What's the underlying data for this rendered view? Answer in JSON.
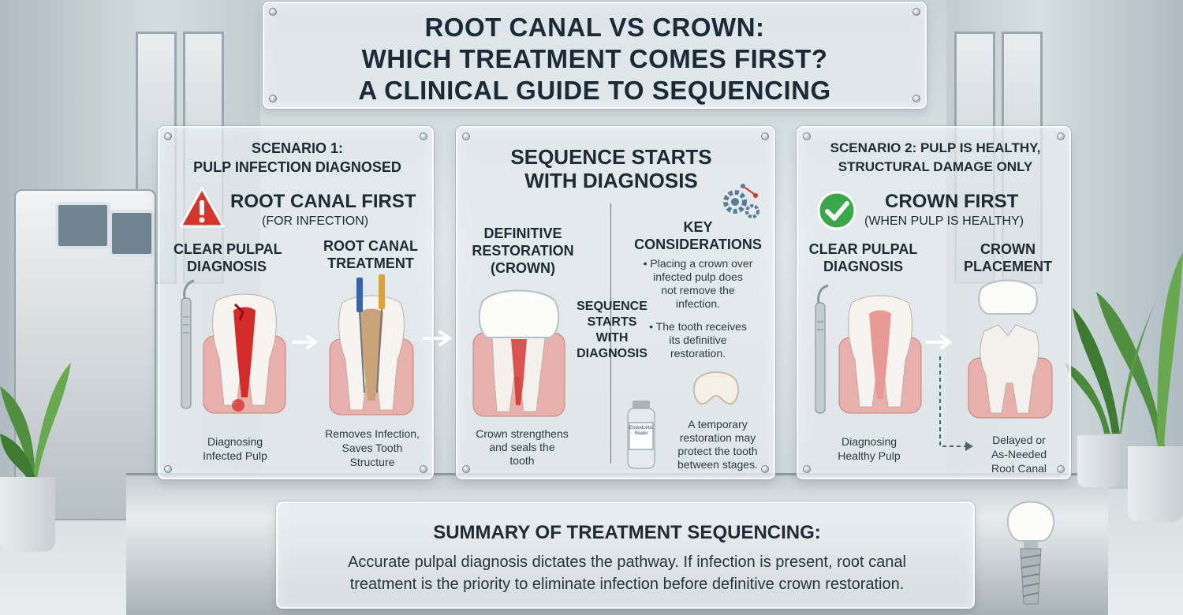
{
  "title": {
    "line1": "ROOT CANAL VS CROWN:",
    "line2": "WHICH TREATMENT COMES FIRST?",
    "line3": "A CLINICAL GUIDE TO SEQUENCING"
  },
  "scenario1": {
    "heading_line1": "SCENARIO 1:",
    "heading_line2": "PULP INFECTION DIAGNOSED",
    "verdict": "ROOT CANAL FIRST",
    "verdict_sub": "(FOR INFECTION)",
    "step1_title_line1": "CLEAR PULPAL",
    "step1_title_line2": "DIAGNOSIS",
    "step2_title_line1": "ROOT CANAL",
    "step2_title_line2": "TREATMENT",
    "step1_caption_line1": "Diagnosing",
    "step1_caption_line2": "Infected Pulp",
    "step2_caption_line1": "Removes Infection,",
    "step2_caption_line2": "Saves Tooth",
    "step2_caption_line3": "Structure",
    "warning_icon": "warning-triangle-icon"
  },
  "center": {
    "heading_line1": "SEQUENCE STARTS",
    "heading_line2": "WITH DIAGNOSIS",
    "restoration_line1": "DEFINITIVE",
    "restoration_line2": "RESTORATION",
    "restoration_line3": "(CROWN)",
    "crown_caption_line1": "Crown strengthens",
    "crown_caption_line2": "and seals the",
    "crown_caption_line3": "tooth",
    "side_label_line1": "SEQUENCE",
    "side_label_line2": "STARTS",
    "side_label_line3": "WITH",
    "side_label_line4": "DIAGNOSIS",
    "key_title_line1": "KEY",
    "key_title_line2": "CONSIDERATIONS",
    "bullet1_line1": "• Placing a crown over",
    "bullet1_line2": "infected pulp does",
    "bullet1_line3": "not remove the",
    "bullet1_line4": "infection.",
    "bullet2_line1": "• The tooth receives",
    "bullet2_line2": "its definitive",
    "bullet2_line3": "restoration.",
    "temp_line1": "A temporary",
    "temp_line2": "restoration may",
    "temp_line3": "protect the tooth",
    "temp_line4": "between stages.",
    "vial_label_line1": "Endodontic",
    "vial_label_line2": "Sealer",
    "gear_icon": "gears-icon"
  },
  "scenario2": {
    "heading_line1": "SCENARIO 2: PULP IS HEALTHY,",
    "heading_line2": "STRUCTURAL DAMAGE ONLY",
    "verdict": "CROWN FIRST",
    "verdict_sub": "(WHEN PULP IS HEALTHY)",
    "step1_title_line1": "CLEAR PULPAL",
    "step1_title_line2": "DIAGNOSIS",
    "step2_title_line1": "CROWN",
    "step2_title_line2": "PLACEMENT",
    "step1_caption_line1": "Diagnosing",
    "step1_caption_line2": "Healthy Pulp",
    "step2_caption_line1": "Delayed or",
    "step2_caption_line2": "As-Needed",
    "step2_caption_line3": "Root Canal",
    "check_icon": "check-circle-icon"
  },
  "summary": {
    "title": "SUMMARY OF TREATMENT SEQUENCING:",
    "line1": "Accurate pulpal diagnosis dictates the pathway. If infection is present, root canal",
    "line2": "treatment is the priority to eliminate infection before definitive crown restoration."
  },
  "colors": {
    "heading": "#1b2a36",
    "warning_red": "#d9342b",
    "check_green": "#3aa84a",
    "infection_red": "#d62b2b",
    "gum_pink": "#e6a3a0"
  }
}
